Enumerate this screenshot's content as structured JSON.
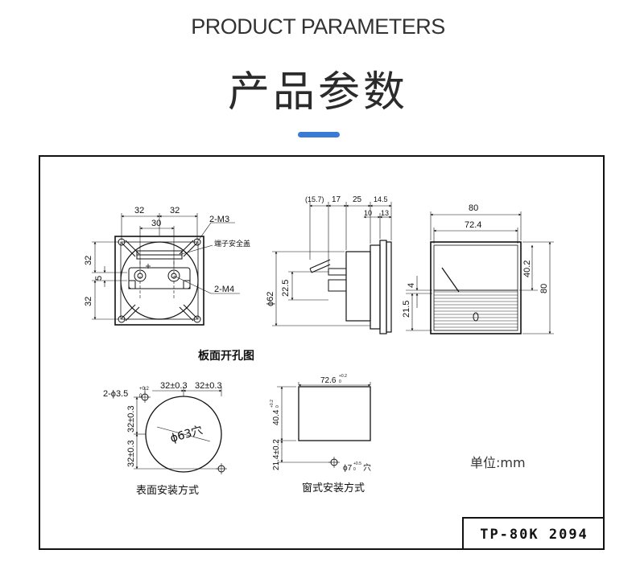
{
  "header": {
    "title_en": "PRODUCT PARAMETERS",
    "title_cn": "产品参数",
    "accent_color": "#3a7bd5"
  },
  "front_view": {
    "dim_top_left": "32",
    "dim_top_right": "32",
    "dim_inner": "30",
    "dim_left_top": "32",
    "dim_left_mid": "5",
    "dim_left_bottom": "32",
    "label_m3": "2-M3",
    "label_cover": "端子安全盖",
    "label_m4": "2-M4"
  },
  "side_view": {
    "dim_a": "(15.7)",
    "dim_b": "17",
    "dim_c": "25",
    "dim_d": "14.5",
    "dim_e": "10",
    "dim_f": "13",
    "dim_phi": "ϕ62",
    "dim_h": "22.5"
  },
  "face_view": {
    "dim_width": "80",
    "dim_window": "72.4",
    "dim_win_h": "40.2",
    "dim_height": "80",
    "dim_gap": "4",
    "dim_lower": "21.5"
  },
  "panel_cutout": {
    "title": "板面开孔图",
    "surface": {
      "hole_label": "2-ϕ3.5",
      "hole_tol_top": "+0.2",
      "hole_tol_bottom": "0",
      "dim_h1": "32±0.3",
      "dim_h2": "32±0.3",
      "dim_v1": "32±0.3",
      "dim_v2": "32±0.3",
      "hole_center": "ϕ63穴",
      "caption": "表面安装方式"
    },
    "window": {
      "dim_width": "72.6",
      "dim_width_tol_top": "+0.2",
      "dim_width_tol_bottom": "0",
      "dim_height": "40.4",
      "dim_height_tol_top": "+0.2",
      "dim_height_tol_bottom": "0",
      "dim_lower": "21.4±0.2",
      "hole_label": "ϕ7",
      "hole_tol_top": "+0.5",
      "hole_tol_bottom": "0",
      "hole_suffix": "穴",
      "caption": "窗式安装方式"
    }
  },
  "unit_label": "单位:mm",
  "model_label": "TP-80K 2094"
}
